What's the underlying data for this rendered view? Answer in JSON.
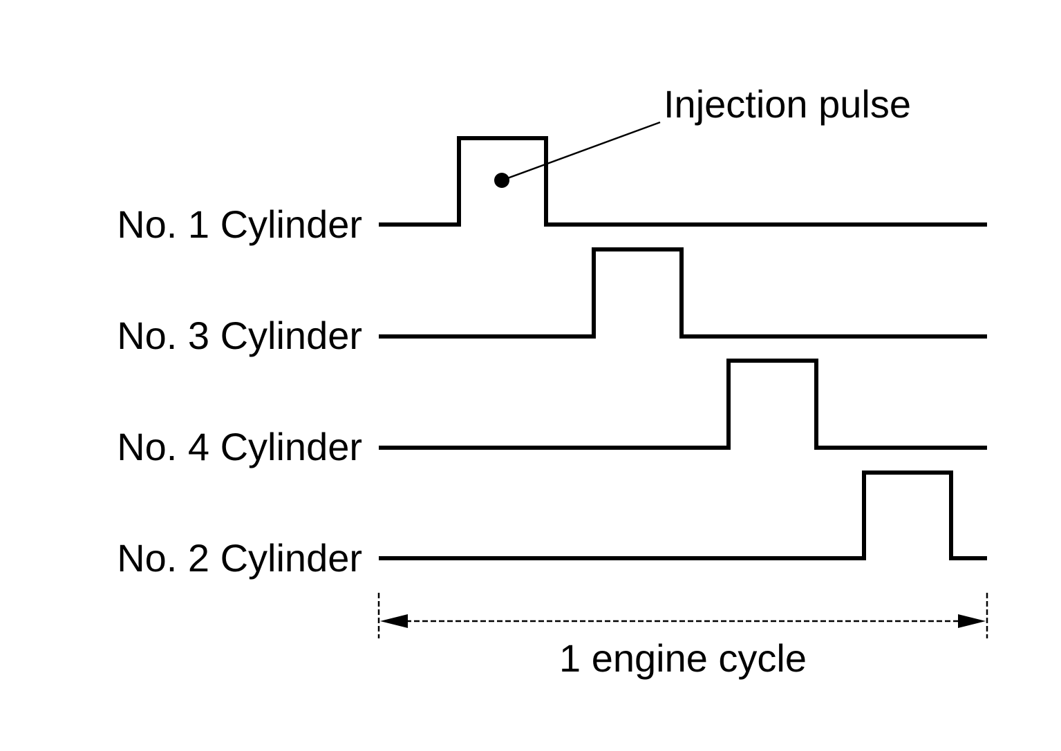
{
  "callout": {
    "label": "Injection pulse"
  },
  "rows": [
    {
      "label": "No. 1 Cylinder",
      "pulse_slot": 0
    },
    {
      "label": "No. 3 Cylinder",
      "pulse_slot": 1
    },
    {
      "label": "No. 4 Cylinder",
      "pulse_slot": 2
    },
    {
      "label": "No. 2 Cylinder",
      "pulse_slot": 3
    }
  ],
  "cycle": {
    "label": "1 engine cycle"
  }
}
